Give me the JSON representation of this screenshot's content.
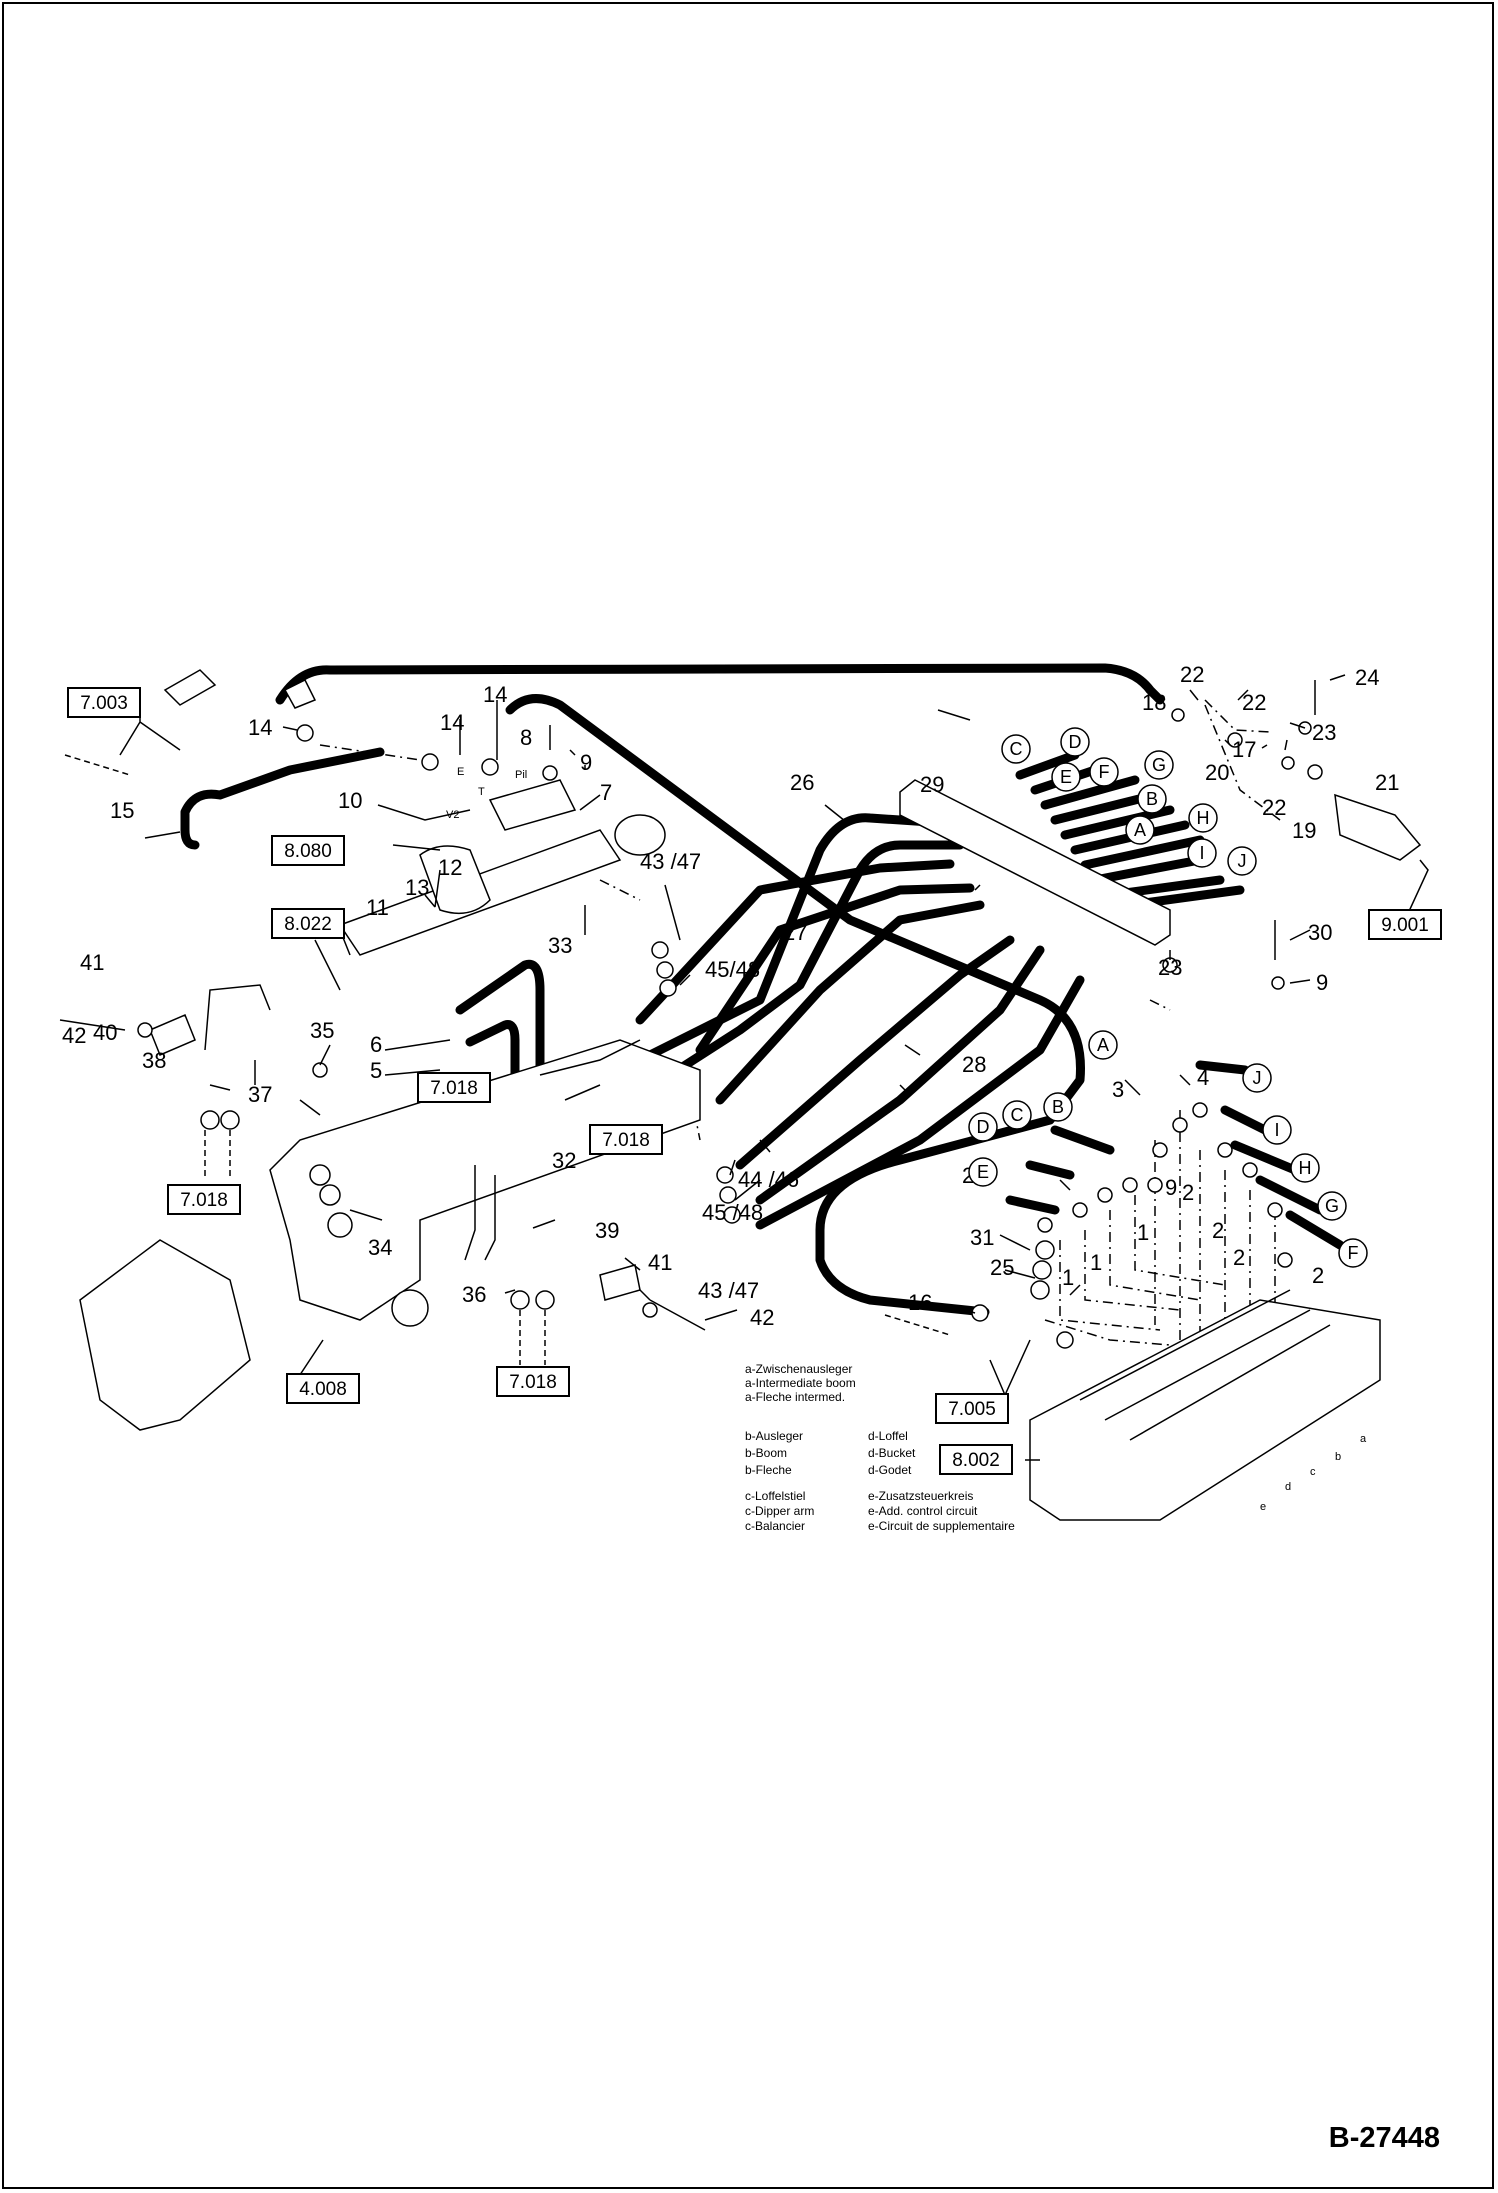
{
  "document": {
    "code": "B-27448"
  },
  "references": [
    "7.003",
    "8.080",
    "8.022",
    "7.018",
    "7.018",
    "7.018",
    "7.018",
    "4.008",
    "7.005",
    "8.002",
    "9.001"
  ],
  "part_numbers": [
    "1",
    "2",
    "3",
    "4",
    "5",
    "6",
    "7",
    "8",
    "9",
    "10",
    "11",
    "12",
    "13",
    "14",
    "15",
    "16",
    "17",
    "18",
    "19",
    "20",
    "21",
    "22",
    "23",
    "24",
    "25",
    "26",
    "27",
    "28",
    "29",
    "30",
    "31",
    "32",
    "33",
    "34",
    "35",
    "36",
    "37",
    "38",
    "39",
    "40",
    "41",
    "42",
    "43 /47",
    "44 /46",
    "45 /48",
    "45/48"
  ],
  "line_letters": [
    "A",
    "B",
    "C",
    "D",
    "E",
    "F",
    "G",
    "H",
    "I",
    "J"
  ],
  "port_marks": [
    "E",
    "T",
    "V2",
    "Pil",
    "a",
    "b",
    "c",
    "d",
    "e"
  ],
  "legend": {
    "a": [
      "a-Zwischenausleger",
      "a-Intermediate boom",
      "a-Fleche intermed."
    ],
    "b": [
      "b-Ausleger",
      "b-Boom",
      "b-Fleche"
    ],
    "c": [
      "c-Loffelstiel",
      "c-Dipper arm",
      "c-Balancier"
    ],
    "d": [
      "d-Loffel",
      "d-Bucket",
      "d-Godet"
    ],
    "e": [
      "e-Zusatzsteuerkreis",
      "e-Add. control circuit",
      "e-Circuit de supplementaire"
    ]
  }
}
